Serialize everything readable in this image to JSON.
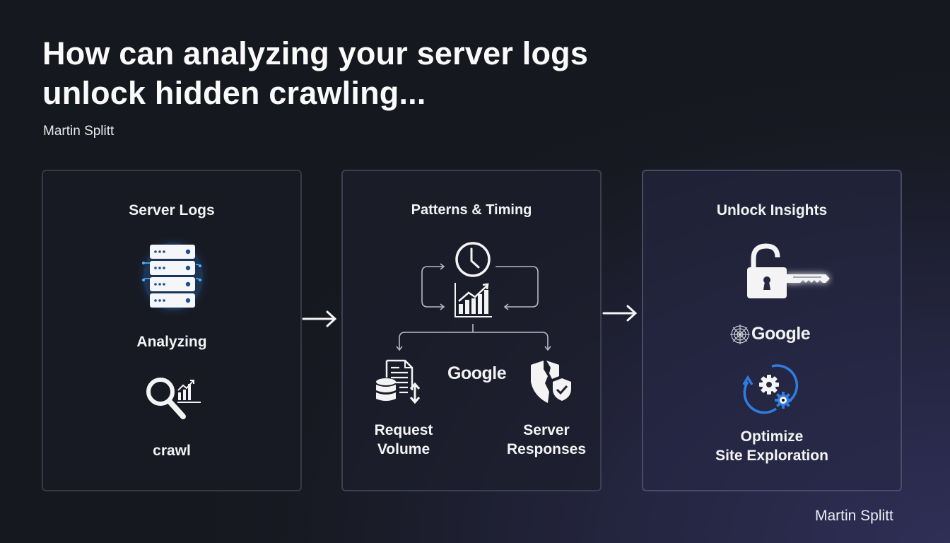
{
  "slide": {
    "title_line1": "How can analyzing your server logs",
    "title_line2": "unlock hidden crawling...",
    "subtitle": "Martin Splitt",
    "footer": "Martin Splitt"
  },
  "panels": [
    {
      "title": "Server Logs",
      "icon1": "server-rack-icon",
      "label1": "Analyzing",
      "icon2": "magnifier-chart-icon",
      "label2": "crawl"
    },
    {
      "title": "Patterns & Timing",
      "icons": [
        "clock-icon",
        "bar-chart-trend-icon",
        "document-database-icon",
        "broken-shield-check-icon"
      ],
      "brand": "Google",
      "left_label_line1": "Request",
      "left_label_line2": "Volume",
      "right_label_line1": "Server",
      "right_label_line2": "Responses"
    },
    {
      "title": "Unlock Insights",
      "icon1": "lock-key-icon",
      "brand": "Google",
      "brand_icon": "spider-web-icon",
      "icon2": "gear-cycle-icon",
      "label_line1": "Optimize",
      "label_line2": "Site Exploration"
    }
  ],
  "colors": {
    "accent_blue": "#2f7de0",
    "glow_blue": "#3fa7ff",
    "text": "#ffffff",
    "panel_border": "#3a3d4b"
  }
}
